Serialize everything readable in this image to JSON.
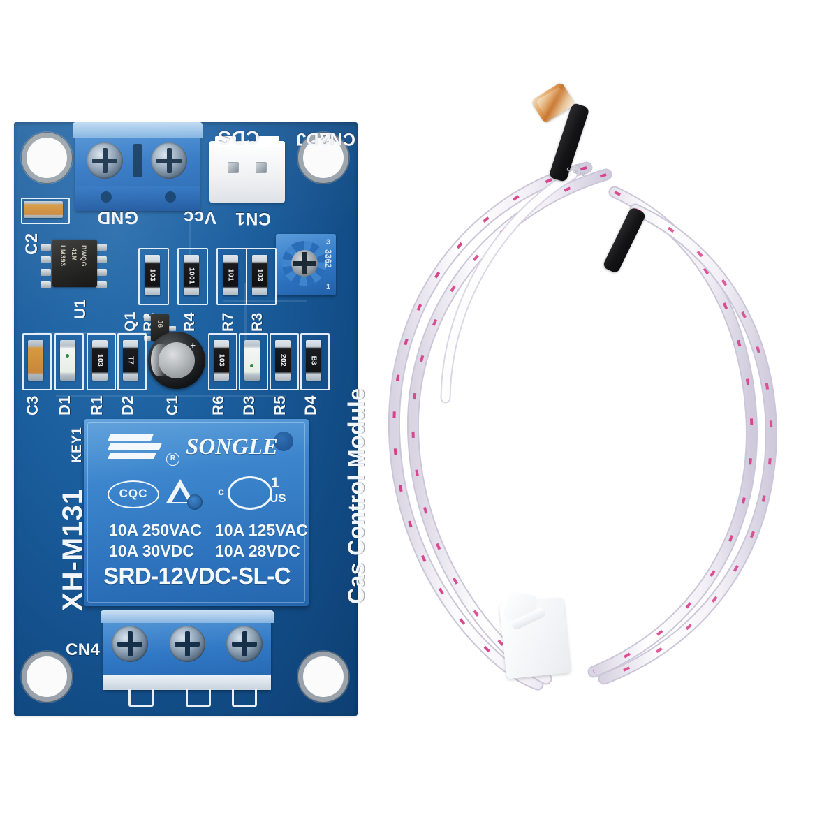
{
  "scene": {
    "description": "XH-M131 photoresistor light control relay module with CDS sensor cable",
    "background_color": "#ffffff"
  },
  "pcb": {
    "name": "XH-M131",
    "board_color": "#1b5e9e",
    "silkscreen_color": "#f2f6fa",
    "board_labels": {
      "part_number": "XH-M131",
      "product_name": "Cas Control Module",
      "key_label": "KEY1"
    },
    "connectors": [
      {
        "ref": "CN1",
        "label": "CDS",
        "type": "jst-2pin",
        "color": "#ffffff"
      },
      {
        "ref": "CN2",
        "label": "ADJ",
        "type": "trimpot-marker"
      },
      {
        "ref": "CN4",
        "label": "",
        "type": "screw-terminal-3pin",
        "color": "#2f76c4"
      }
    ],
    "power_labels": {
      "gnd": "GND",
      "vcc": "Vcc"
    },
    "trimpot": {
      "ref": "CN2",
      "label": "ADJ",
      "marking": "3362",
      "pin_low": "1",
      "pin_high": "3"
    },
    "ic": {
      "ref": "U1",
      "ref_silk": "U1",
      "marking_line1": "LM393",
      "marking_line2": "41M",
      "marking_line3": "BWQG"
    },
    "components": [
      {
        "ref": "C2",
        "kind": "capacitor",
        "code": ""
      },
      {
        "ref": "C3",
        "kind": "capacitor",
        "code": ""
      },
      {
        "ref": "D1",
        "kind": "led",
        "code": ""
      },
      {
        "ref": "R1",
        "kind": "resistor",
        "code": "103"
      },
      {
        "ref": "D2",
        "kind": "diode",
        "code": "T7"
      },
      {
        "ref": "C1",
        "kind": "electrolytic",
        "code": ""
      },
      {
        "ref": "R6",
        "kind": "resistor",
        "code": "103"
      },
      {
        "ref": "D3",
        "kind": "led",
        "code": ""
      },
      {
        "ref": "R5",
        "kind": "resistor",
        "code": "202"
      },
      {
        "ref": "D4",
        "kind": "diode",
        "code": "B3"
      },
      {
        "ref": "R2",
        "kind": "resistor",
        "code": "103"
      },
      {
        "ref": "R4",
        "kind": "resistor",
        "code": "1001"
      },
      {
        "ref": "R7",
        "kind": "resistor",
        "code": "101"
      },
      {
        "ref": "R3",
        "kind": "resistor",
        "code": "103"
      },
      {
        "ref": "Q1",
        "kind": "transistor",
        "code": "J6"
      }
    ],
    "relay": {
      "brand": "SONGLE",
      "registered_mark": "R",
      "cert_cqc": "CQC",
      "cert_ul_c": "c",
      "cert_ul_us_1": "1",
      "cert_ul_us_2": "US",
      "ratings_line1": "10A 250VAC   10A 125VAC",
      "ratings_line2": "10A  30VDC   10A  28VDC",
      "rating_1": "10A 250VAC",
      "rating_2": "10A 125VAC",
      "rating_3": "10A  30VDC",
      "rating_4": "10A  28VDC",
      "model": "SRD-12VDC-SL-C",
      "body_color": "#2d73bd"
    }
  },
  "sensor_cable": {
    "component": "CDS photoresistor",
    "wire_color": "white with pink markings",
    "sleeve_color": "#141416",
    "sleeve_marking": "C RU E",
    "connector": {
      "type": "jst-2pin-housing",
      "color": "#ffffff"
    }
  }
}
